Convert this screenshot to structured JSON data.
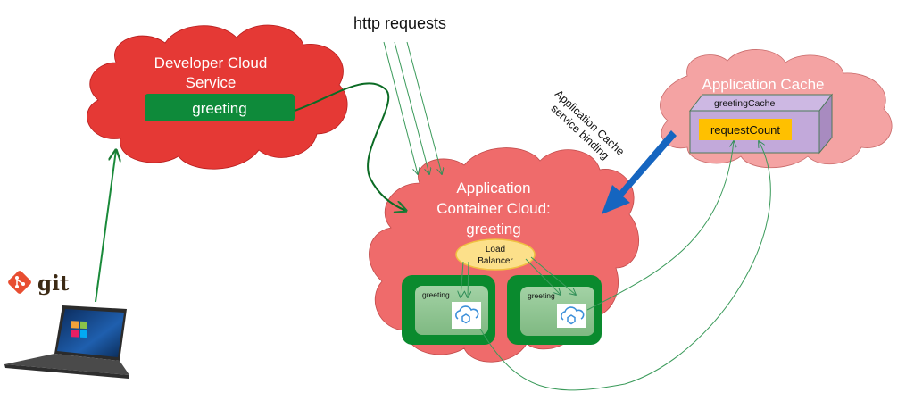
{
  "title": "http requests",
  "developer_cloud": {
    "title_line1": "Developer Cloud",
    "title_line2": "Service",
    "repo_label": "greeting",
    "color": "#e53935",
    "repo_color": "#0e8a3a"
  },
  "app_container_cloud": {
    "title_line1": "Application",
    "title_line2": "Container Cloud:",
    "title_line3": "greeting",
    "color": "#ef6b6b",
    "load_balancer_line1": "Load",
    "load_balancer_line2": "Balancer",
    "load_balancer_color": "#fce08a",
    "instances": [
      {
        "label": "greeting",
        "icon": "cloud-hexagon-icon"
      },
      {
        "label": "greeting",
        "icon": "cloud-hexagon-icon"
      }
    ],
    "instance_outer_color": "#0a8a2e",
    "instance_inner_color": "#8cc58e"
  },
  "app_cache": {
    "title": "Application Cache",
    "color": "#f4a3a3",
    "cache_name": "greetingCache",
    "cache_box_color": "#c2a9da",
    "key_label": "requestCount",
    "key_color": "#ffc000"
  },
  "binding": {
    "label_line1": "Application Cache",
    "label_line2": "service binding",
    "arrow_color": "#1565c0"
  },
  "developer": {
    "git_label": "git",
    "git_icon": "git-logo-icon",
    "laptop_icon": "laptop-icon",
    "git_color": "#e84e31"
  },
  "connector_color": "#1a8a3a"
}
